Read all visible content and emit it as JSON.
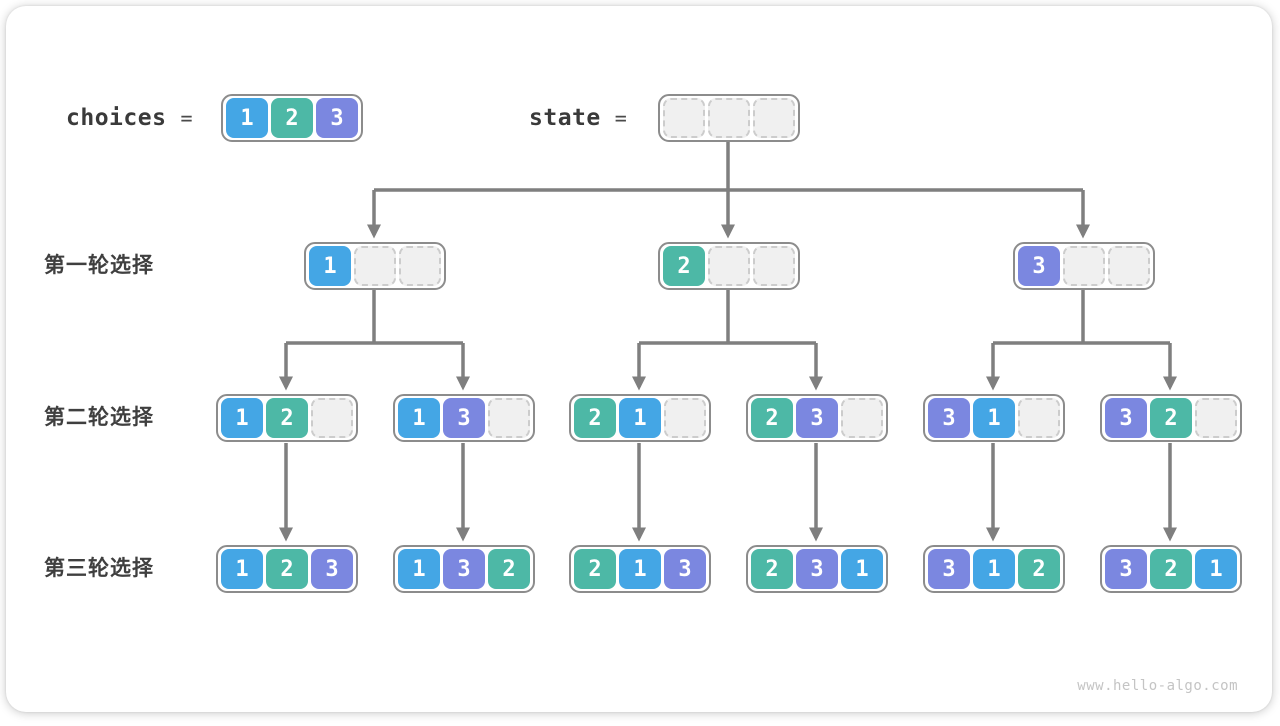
{
  "page": {
    "watermark": "www.hello-algo.com"
  },
  "colors": {
    "1": "#44A6E5",
    "2": "#4DB8A6",
    "3": "#7B87E0",
    "arrow": "#7f7f7f",
    "box_border": "#8c8c8c",
    "empty_fill": "#f0f0f0",
    "empty_dash": "#cccccc",
    "text": "#3f3f3f"
  },
  "top": {
    "choices": {
      "label": "choices",
      "equals": "=",
      "cells": [
        "1",
        "2",
        "3"
      ]
    },
    "state": {
      "label": "state",
      "equals": "=",
      "cells": [
        "",
        "",
        ""
      ]
    }
  },
  "rows": [
    {
      "label": "第一轮选择",
      "boxes": [
        [
          "1",
          "",
          ""
        ],
        [
          "2",
          "",
          ""
        ],
        [
          "3",
          "",
          ""
        ]
      ]
    },
    {
      "label": "第二轮选择",
      "boxes": [
        [
          "1",
          "2",
          ""
        ],
        [
          "1",
          "3",
          ""
        ],
        [
          "2",
          "1",
          ""
        ],
        [
          "2",
          "3",
          ""
        ],
        [
          "3",
          "1",
          ""
        ],
        [
          "3",
          "2",
          ""
        ]
      ]
    },
    {
      "label": "第三轮选择",
      "boxes": [
        [
          "1",
          "2",
          "3"
        ],
        [
          "1",
          "3",
          "2"
        ],
        [
          "2",
          "1",
          "3"
        ],
        [
          "2",
          "3",
          "1"
        ],
        [
          "3",
          "1",
          "2"
        ],
        [
          "3",
          "2",
          "1"
        ]
      ]
    }
  ]
}
